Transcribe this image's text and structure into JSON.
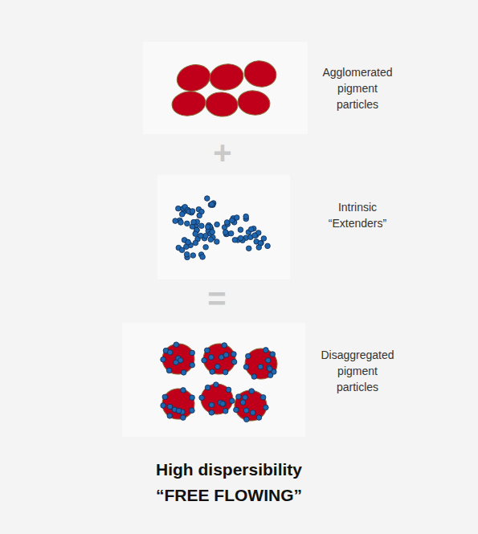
{
  "diagram": {
    "title": "High dispersibility “FREE FLOWING”",
    "labels": [
      "Agglomerated pigment particles",
      "+",
      "Intrinsic “Extenders”",
      "=",
      "Disaggregated pigment particles"
    ]
  }
}
